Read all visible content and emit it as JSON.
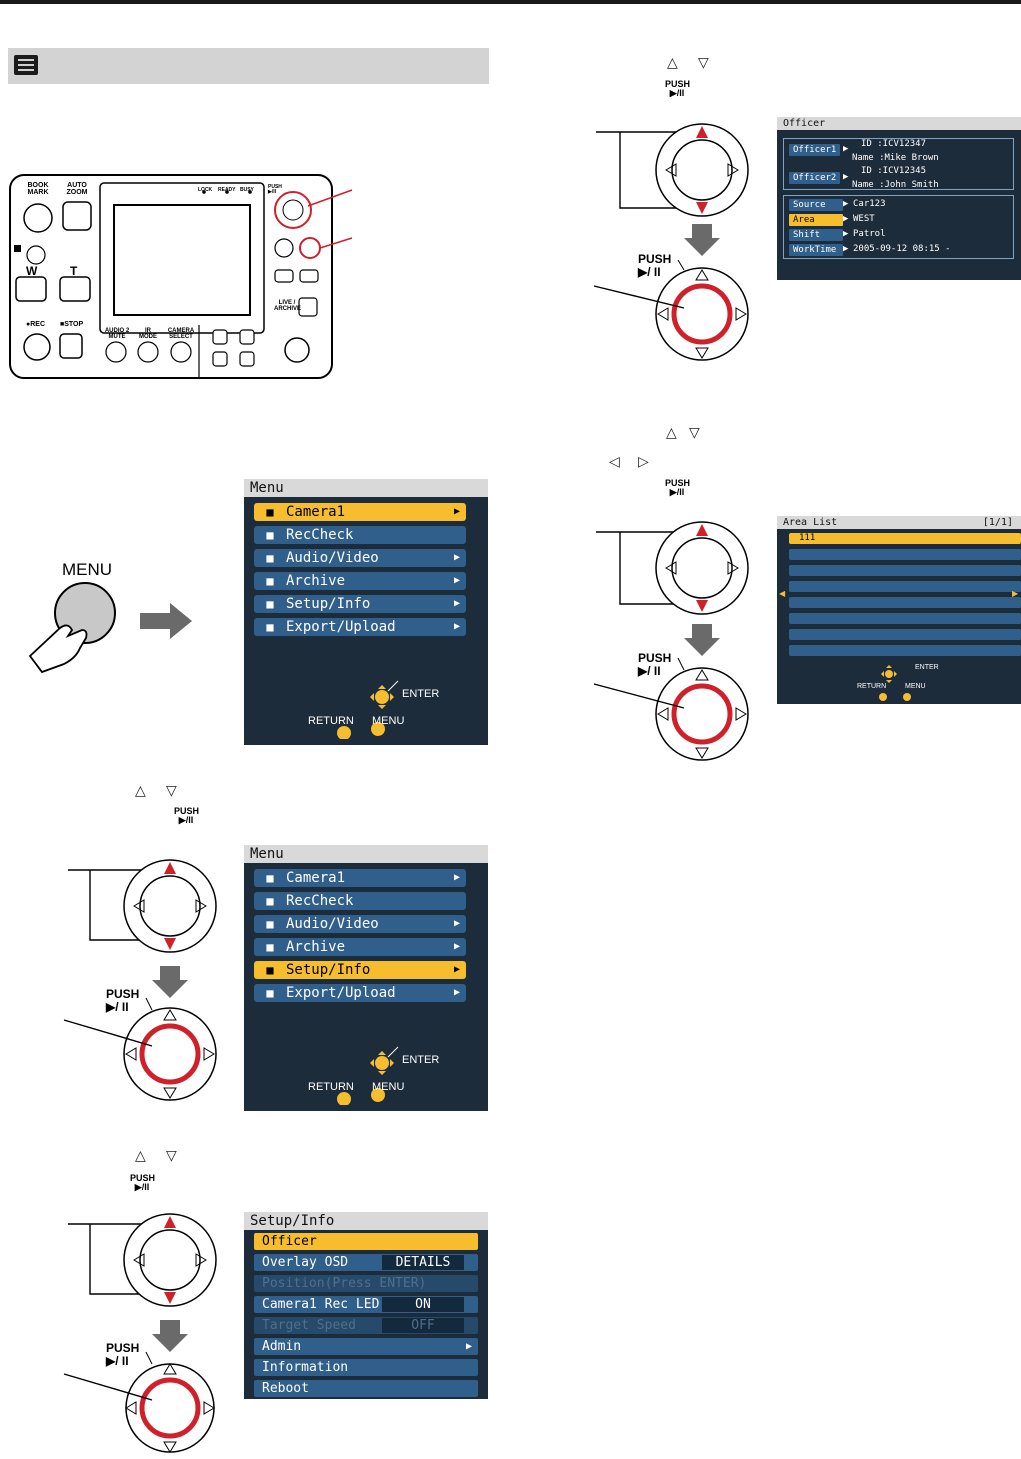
{
  "top_rule": true,
  "section_icon": "menu-list-icon",
  "glyphs": {
    "up": "△",
    "down": "▽",
    "left": "◁",
    "right": "▷",
    "push_line1": "PUSH",
    "push_line2": "▶/II"
  },
  "camera_unit": {
    "buttons": {
      "book_mark": "BOOK\nMARK",
      "auto_zoom": "AUTO\nZOOM",
      "w": "W",
      "t": "T",
      "rec": "●REC",
      "stop": "■STOP",
      "audio2_mute": "AUDIO 2\nMUTE",
      "ir_mode": "IR\nMODE",
      "camera_select": "CAMERA\nSELECT",
      "live_archive": "LIVE /\nARCHIVE",
      "push_play": "PUSH\n▶/II"
    },
    "indicators": [
      "LOCK",
      "READY",
      "BUSY"
    ],
    "accent": "#d0202a"
  },
  "menu_button_label": "MENU",
  "dial_push_label_line1": "PUSH",
  "dial_push_label_line2": "▶/ II",
  "nav_hint": {
    "enter": "ENTER",
    "return": "RETURN",
    "menu": "MENU"
  },
  "menu_screen_1": {
    "title": "Menu",
    "items": [
      {
        "icon": "camera-icon",
        "label": "Camera1",
        "arrow": "▶",
        "selected": true
      },
      {
        "icon": "rec-check-icon",
        "label": "RecCheck",
        "arrow": "",
        "selected": false
      },
      {
        "icon": "mic-icon",
        "label": "Audio/Video",
        "arrow": "▶",
        "selected": false
      },
      {
        "icon": "archive-icon",
        "label": "Archive",
        "arrow": "▶",
        "selected": false
      },
      {
        "icon": "setup-icon",
        "label": "Setup/Info",
        "arrow": "▶",
        "selected": false
      },
      {
        "icon": "upload-icon",
        "label": "Export/Upload",
        "arrow": "▶",
        "selected": false
      }
    ]
  },
  "menu_screen_2": {
    "title": "Menu",
    "items": [
      {
        "icon": "camera-icon",
        "label": "Camera1",
        "arrow": "▶",
        "selected": false
      },
      {
        "icon": "rec-check-icon",
        "label": "RecCheck",
        "arrow": "",
        "selected": false
      },
      {
        "icon": "mic-icon",
        "label": "Audio/Video",
        "arrow": "▶",
        "selected": false
      },
      {
        "icon": "archive-icon",
        "label": "Archive",
        "arrow": "▶",
        "selected": false
      },
      {
        "icon": "setup-icon",
        "label": "Setup/Info",
        "arrow": "▶",
        "selected": true
      },
      {
        "icon": "upload-icon",
        "label": "Export/Upload",
        "arrow": "▶",
        "selected": false
      }
    ]
  },
  "setup_screen": {
    "title": "Setup/Info",
    "items": [
      {
        "label": "Officer",
        "value": "",
        "arrow": "",
        "selected": true,
        "dim": false
      },
      {
        "label": "Overlay OSD",
        "value": "DETAILS",
        "arrow": "",
        "selected": false,
        "dim": false
      },
      {
        "label": "Position(Press ENTER)",
        "value": "",
        "arrow": "",
        "selected": false,
        "dim": true
      },
      {
        "label": "Camera1 Rec LED",
        "value": "ON",
        "arrow": "",
        "selected": false,
        "dim": false
      },
      {
        "label": "Target Speed",
        "value": "OFF",
        "arrow": "",
        "selected": false,
        "dim": true
      },
      {
        "label": "Admin",
        "value": "",
        "arrow": "▶",
        "selected": false,
        "dim": false
      },
      {
        "label": "Information",
        "value": "",
        "arrow": "",
        "selected": false,
        "dim": false
      },
      {
        "label": "Reboot",
        "value": "",
        "arrow": "",
        "selected": false,
        "dim": false
      }
    ]
  },
  "officer_screen": {
    "title": "Officer",
    "officer1_tag": "Officer1",
    "officer1_id": "ID :ICV12347",
    "officer1_name": "Name :Mike Brown",
    "officer2_tag": "Officer2",
    "officer2_id": "ID :ICV12345",
    "officer2_name": "Name :John Smith",
    "fields": [
      {
        "tag": "Source",
        "value": "Car123",
        "selected": false
      },
      {
        "tag": "Area",
        "value": "WEST",
        "selected": true
      },
      {
        "tag": "Shift",
        "value": "Patrol",
        "selected": false
      },
      {
        "tag": "WorkTime",
        "value": "2005-09-12 08:15 -",
        "selected": false
      }
    ]
  },
  "area_screen": {
    "title": "Area List",
    "page": "[1/1]",
    "rows": [
      "111",
      "",
      "",
      "",
      "",
      "",
      "",
      ""
    ],
    "left_arrow": "◀",
    "right_arrow": "▶"
  }
}
